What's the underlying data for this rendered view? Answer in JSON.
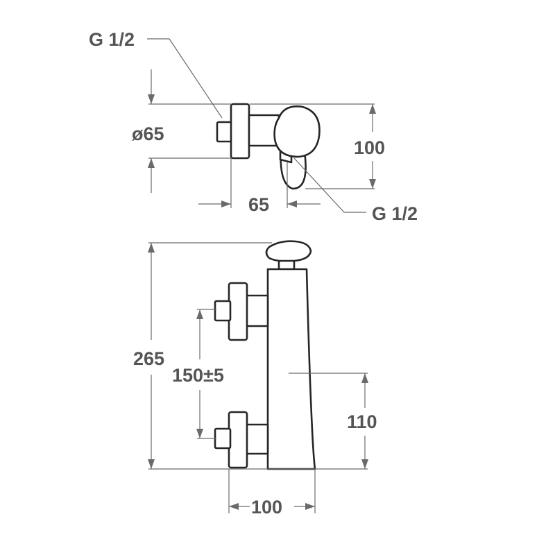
{
  "labels": {
    "thread_inlet_top": "G 1/2",
    "thread_outlet": "G 1/2",
    "diameter": "ø65",
    "depth": "100",
    "spout_offset": "65",
    "height_total": "265",
    "inlet_spacing": "150±5",
    "outlet_height": "110",
    "width": "100"
  },
  "colors": {
    "outline": "#262626",
    "dimension": "#6a6a6a",
    "text": "#555555"
  }
}
